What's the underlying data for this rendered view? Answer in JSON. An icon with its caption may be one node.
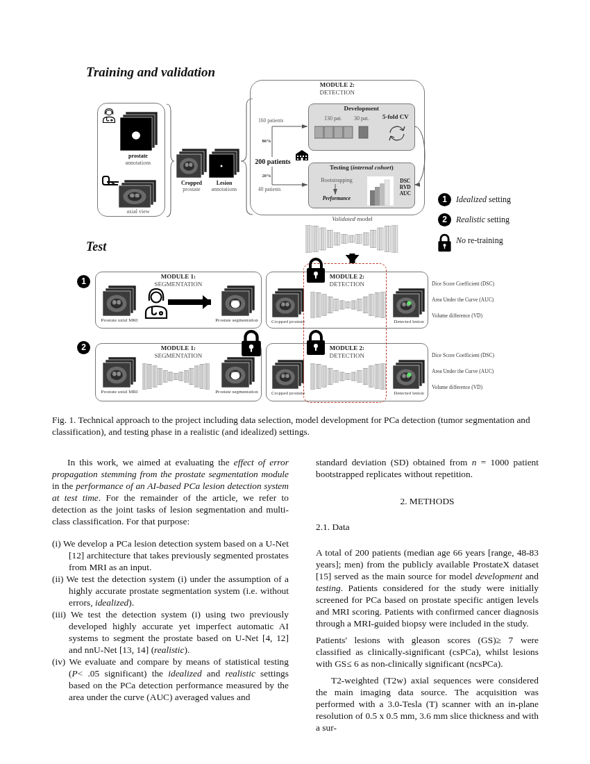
{
  "diagram": {
    "caption": "Fig. 1. Technical approach to the project including data selection, model development for PCa detection (tumor segmentation and classification), and testing phase in a realistic (and idealized) settings.",
    "nodes": [
      {
        "text": [],
        "shape": "box"
      },
      {
        "text": [
          "prostate",
          "annotations"
        ],
        "in": 0
      },
      {
        "text": [
          "axial view"
        ],
        "in": 0
      },
      {
        "text": [
          "Cropped",
          "prostate"
        ]
      },
      {
        "text": [
          "Lesion",
          "annotations"
        ]
      },
      {
        "text": [
          "MODULE 2:",
          "DETECTION"
        ]
      },
      {
        "text": [
          "200 patients"
        ],
        "in": 5
      },
      {
        "text": [
          "Development",
          "130 pat.",
          "30 pat.",
          "5-fold CV"
        ],
        "in": 5
      },
      {
        "text": [
          "Testing (*internal cohort*)",
          "DSC RVD AUC"
        ],
        "in": 5
      },
      {
        "text": [
          "Bootstrapping"
        ],
        "in": 8
      },
      {
        "text": [
          "Performance"
        ],
        "in": 8
      },
      {
        "text": [
          "*Validated* model"
        ]
      },
      {
        "text": [
          "MODULE 1:",
          "SEGMENTATION"
        ]
      },
      {
        "text": [
          "Prostate axial MRI"
        ],
        "in": 12
      },
      {
        "text": [],
        "shape": "person",
        "in": 12
      },
      {
        "text": [
          "Prostate segmentation"
        ],
        "in": 12
      },
      {
        "text": [
          "MODULE 2:",
          "DETECTION"
        ],
        "beside": [
          "Dice Score Coefficient (DSC)",
          "Area Under the Curve (AUC)",
          "Volume difference (VD)"
        ]
      },
      {
        "text": [
          "Cropped prostate"
        ],
        "in": 16
      },
      {
        "text": [],
        "shape": "picture"
      },
      {
        "text": [
          "Detected lesion"
        ],
        "in": 16
      },
      {
        "text": [
          "MODULE 1:",
          "SEGMENTATION"
        ]
      },
      {
        "text": [
          "Prostate axial MRI"
        ],
        "in": 20
      },
      {
        "text": [],
        "shape": "picture",
        "in": 20
      },
      {
        "text": [
          "Prostate segmentation"
        ],
        "in": 20
      },
      {
        "text": [
          "MODULE 2:",
          "DETECTION"
        ],
        "beside": [
          "Dice Score Coefficient (DSC)",
          "Area Under the Curve (AUC)",
          "Volume difference (VD)"
        ]
      },
      {
        "text": [
          "Cropped prostate"
        ],
        "in": 24
      },
      {
        "text": [],
        "shape": "picture"
      },
      {
        "text": [
          "Detected lesion"
        ],
        "in": 24
      },
      {
        "text": [],
        "shape": "box"
      }
    ],
    "edges": [
      {
        "from": 6,
        "to": 7,
        "arrow": "to",
        "label": "160 patients"
      },
      {
        "from": 6,
        "to": 8,
        "arrow": "to",
        "label": "40 patients"
      },
      {
        "from": 9,
        "to": 10,
        "arrow": "to"
      },
      {
        "from": 7,
        "to": 8,
        "arrow": "to"
      },
      {
        "from": 11,
        "to": 28,
        "arrow": "to",
        "style": "thick"
      },
      {
        "from": 14,
        "to": 15,
        "arrow": "to",
        "style": "thick"
      }
    ],
    "labels": [
      "Training and validation",
      "80%",
      "20%",
      "1",
      "2",
      "Test",
      "1",
      "2",
      "In this work, we aimed at evaluating the *effect of error propagation stemming from the prostate segmentation module* in the *performance of an AI-based PCa lesion detection system at test time*. For the remainder of the article, we refer to detection as the joint tasks of lesion segmentation and multi-class classification. For that purpose:",
      "(i) We develop a PCa lesion detection system based on a U-Net [12] architecture that takes previously segmented prostates from MRI as an input.",
      "(ii) We test the detection system (i) under the assumption of a highly accurate prostate segmentation system (i.e. without errors, *idealized*).",
      "(iii) We test the detection system (i) using two previously developed highly accurate yet imperfect automatic AI systems to segment the prostate based on U-Net [4, 12] and nnU-Net [13, 14] (*realistic*).",
      "(iv) We evaluate and compare by means of statistical testing (*P*< .05 significant) the *idealized* and *realistic* settings based on the PCa detection performance measured by the area under the curve (AUC) averaged values and",
      "standard deviation (SD) obtained from *n* = 1000 patient bootstrapped replicates without repetition.",
      "2. METHODS",
      "2.1. Data",
      "A total of 200 patients (median age 66 years [range, 48-83 years]; men) from the publicly available ProstateX dataset [15] served as the main source for model *development* and *testing*. Patients considered for the study were initially screened for PCa based on prostate specific antigen levels and MRI scoring. Patients with confirmed cancer diagnosis through a MRI-guided biopsy were included in the study.",
      "Patients' lesions with gleason scores (GS)≥ 7 were classified as clinically-significant (csPCa), whilst lesions with GS≤ 6 as non-clinically significant (ncsPCa).",
      "T2-weighted (T2w) axial sequences were considered the main imaging data source. The acquisition was performed with a 3.0-Tesla (T) scanner with an in-plane resolution of 0.5 x 0.5 mm, 3.6 mm slice thickness and with a sur-"
    ],
    "legend": [
      {
        "text": "*Idealized* setting"
      },
      {
        "text": "*Realistic* setting"
      },
      {
        "text": "*No* re-training"
      }
    ]
  }
}
